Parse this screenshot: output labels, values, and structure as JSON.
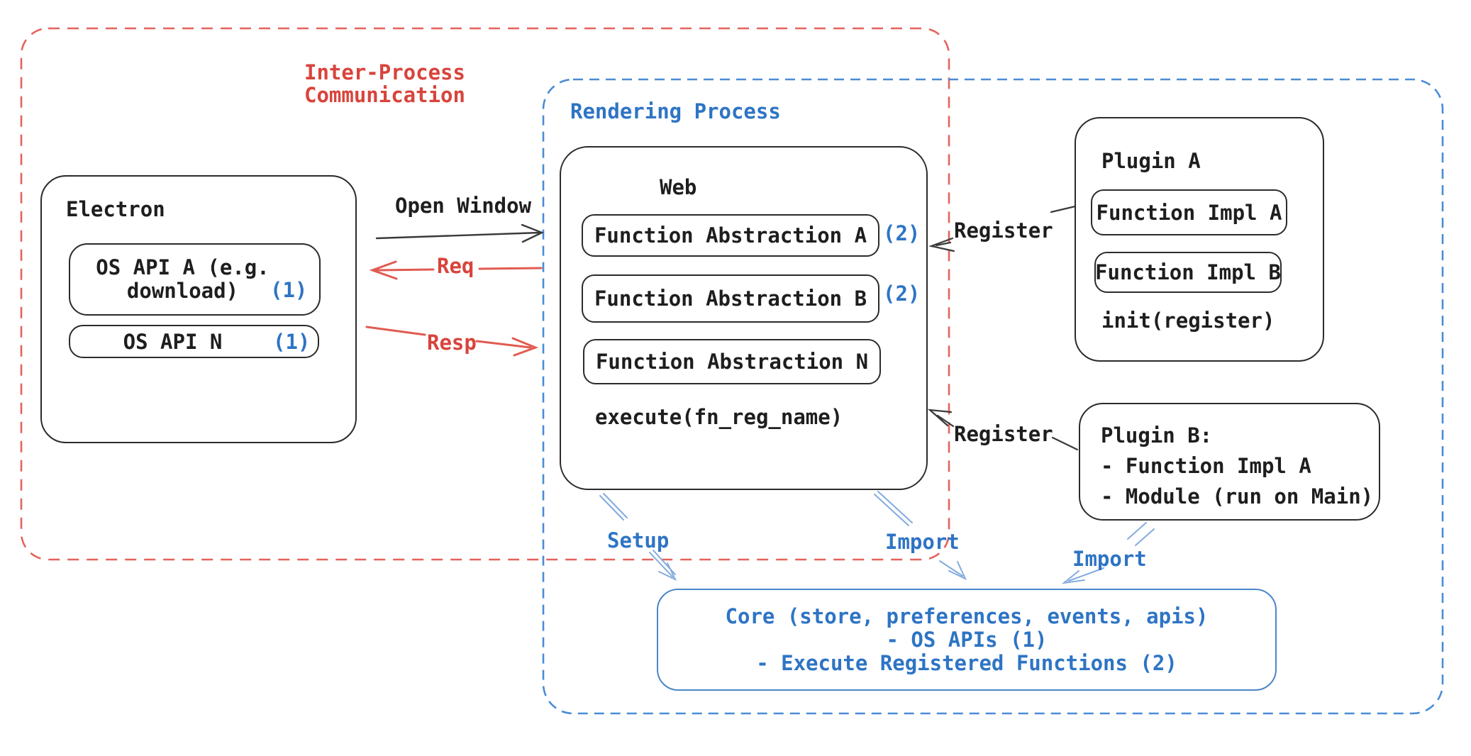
{
  "colors": {
    "text_black": "#1e1e1e",
    "stroke_black": "#2b2b2b",
    "text_red": "#d8443c",
    "arrow_red": "#e15b51",
    "dash_red": "#e4635c",
    "text_blue": "#2e74c4",
    "dash_blue": "#4a8cd6",
    "core_border": "#4b86c8",
    "arrow_blue": "#82abdf",
    "background": "#ffffff"
  },
  "ipc": {
    "label_line1": "Inter-Process",
    "label_line2": "Communication"
  },
  "rendering": {
    "label": "Rendering Process"
  },
  "electron": {
    "title": "Electron",
    "apis": [
      {
        "label_line1": "OS API A (e.g.",
        "label_line2": "download)",
        "ref": "(1)"
      },
      {
        "label": "OS API N",
        "ref": "(1)"
      }
    ]
  },
  "web": {
    "title": "Web",
    "abstractions": [
      {
        "label": "Function Abstraction A",
        "ref": "(2)"
      },
      {
        "label": "Function Abstraction B",
        "ref": "(2)"
      },
      {
        "label": "Function Abstraction N"
      }
    ],
    "execute": "execute(fn_reg_name)"
  },
  "plugin_a": {
    "title": "Plugin A",
    "impls": [
      {
        "label": "Function Impl A"
      },
      {
        "label": "Function Impl B"
      }
    ],
    "init": "init(register)"
  },
  "plugin_b": {
    "line1": "Plugin B:",
    "line2": "- Function Impl A",
    "line3": "- Module (run on Main)"
  },
  "core": {
    "line1": "Core (store, preferences, events, apis)",
    "line2": "- OS APIs (1)",
    "line3": "- Execute Registered Functions (2)"
  },
  "arrows": {
    "open_window": "Open Window",
    "req": "Req",
    "resp": "Resp",
    "register_a": "Register",
    "register_b": "Register",
    "setup": "Setup",
    "import_web": "Import",
    "import_plugin": "Import"
  }
}
